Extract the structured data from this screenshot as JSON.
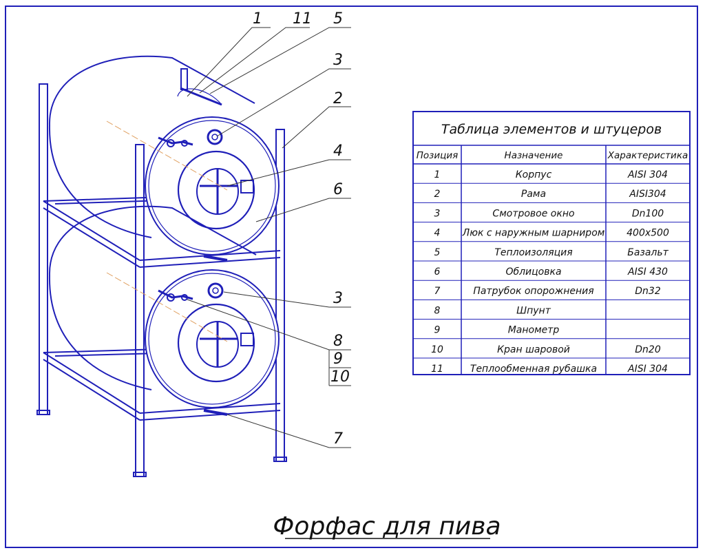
{
  "drawing_title": "Форфас для пива",
  "callouts": [
    "1",
    "11",
    "5",
    "3",
    "2",
    "4",
    "6",
    "3",
    "8",
    "9",
    "10",
    "7"
  ],
  "table": {
    "title": "Таблица элементов и штуцеров",
    "headers": [
      "Позиция",
      "Назначение",
      "Характеристика"
    ],
    "rows": [
      [
        "1",
        "Корпус",
        "AISI 304"
      ],
      [
        "2",
        "Рама",
        "AISI304"
      ],
      [
        "3",
        "Смотровое окно",
        "Dn100"
      ],
      [
        "4",
        "Люк с наружным шарниром",
        "400х500"
      ],
      [
        "5",
        "Теплоизоляция",
        "Базальт"
      ],
      [
        "6",
        "Облицовка",
        "AISI 430"
      ],
      [
        "7",
        "Патрубок опорожнения",
        "Dn32"
      ],
      [
        "8",
        "Шпунт",
        ""
      ],
      [
        "9",
        "Манометр",
        ""
      ],
      [
        "10",
        "Кран шаровой",
        "Dn20"
      ],
      [
        "11",
        "Теплообменная рубашка",
        "AISI 304"
      ]
    ]
  },
  "colors": {
    "line": "#1f1fb8",
    "text": "#111111",
    "axis": "#e0a060",
    "background": "#ffffff"
  }
}
